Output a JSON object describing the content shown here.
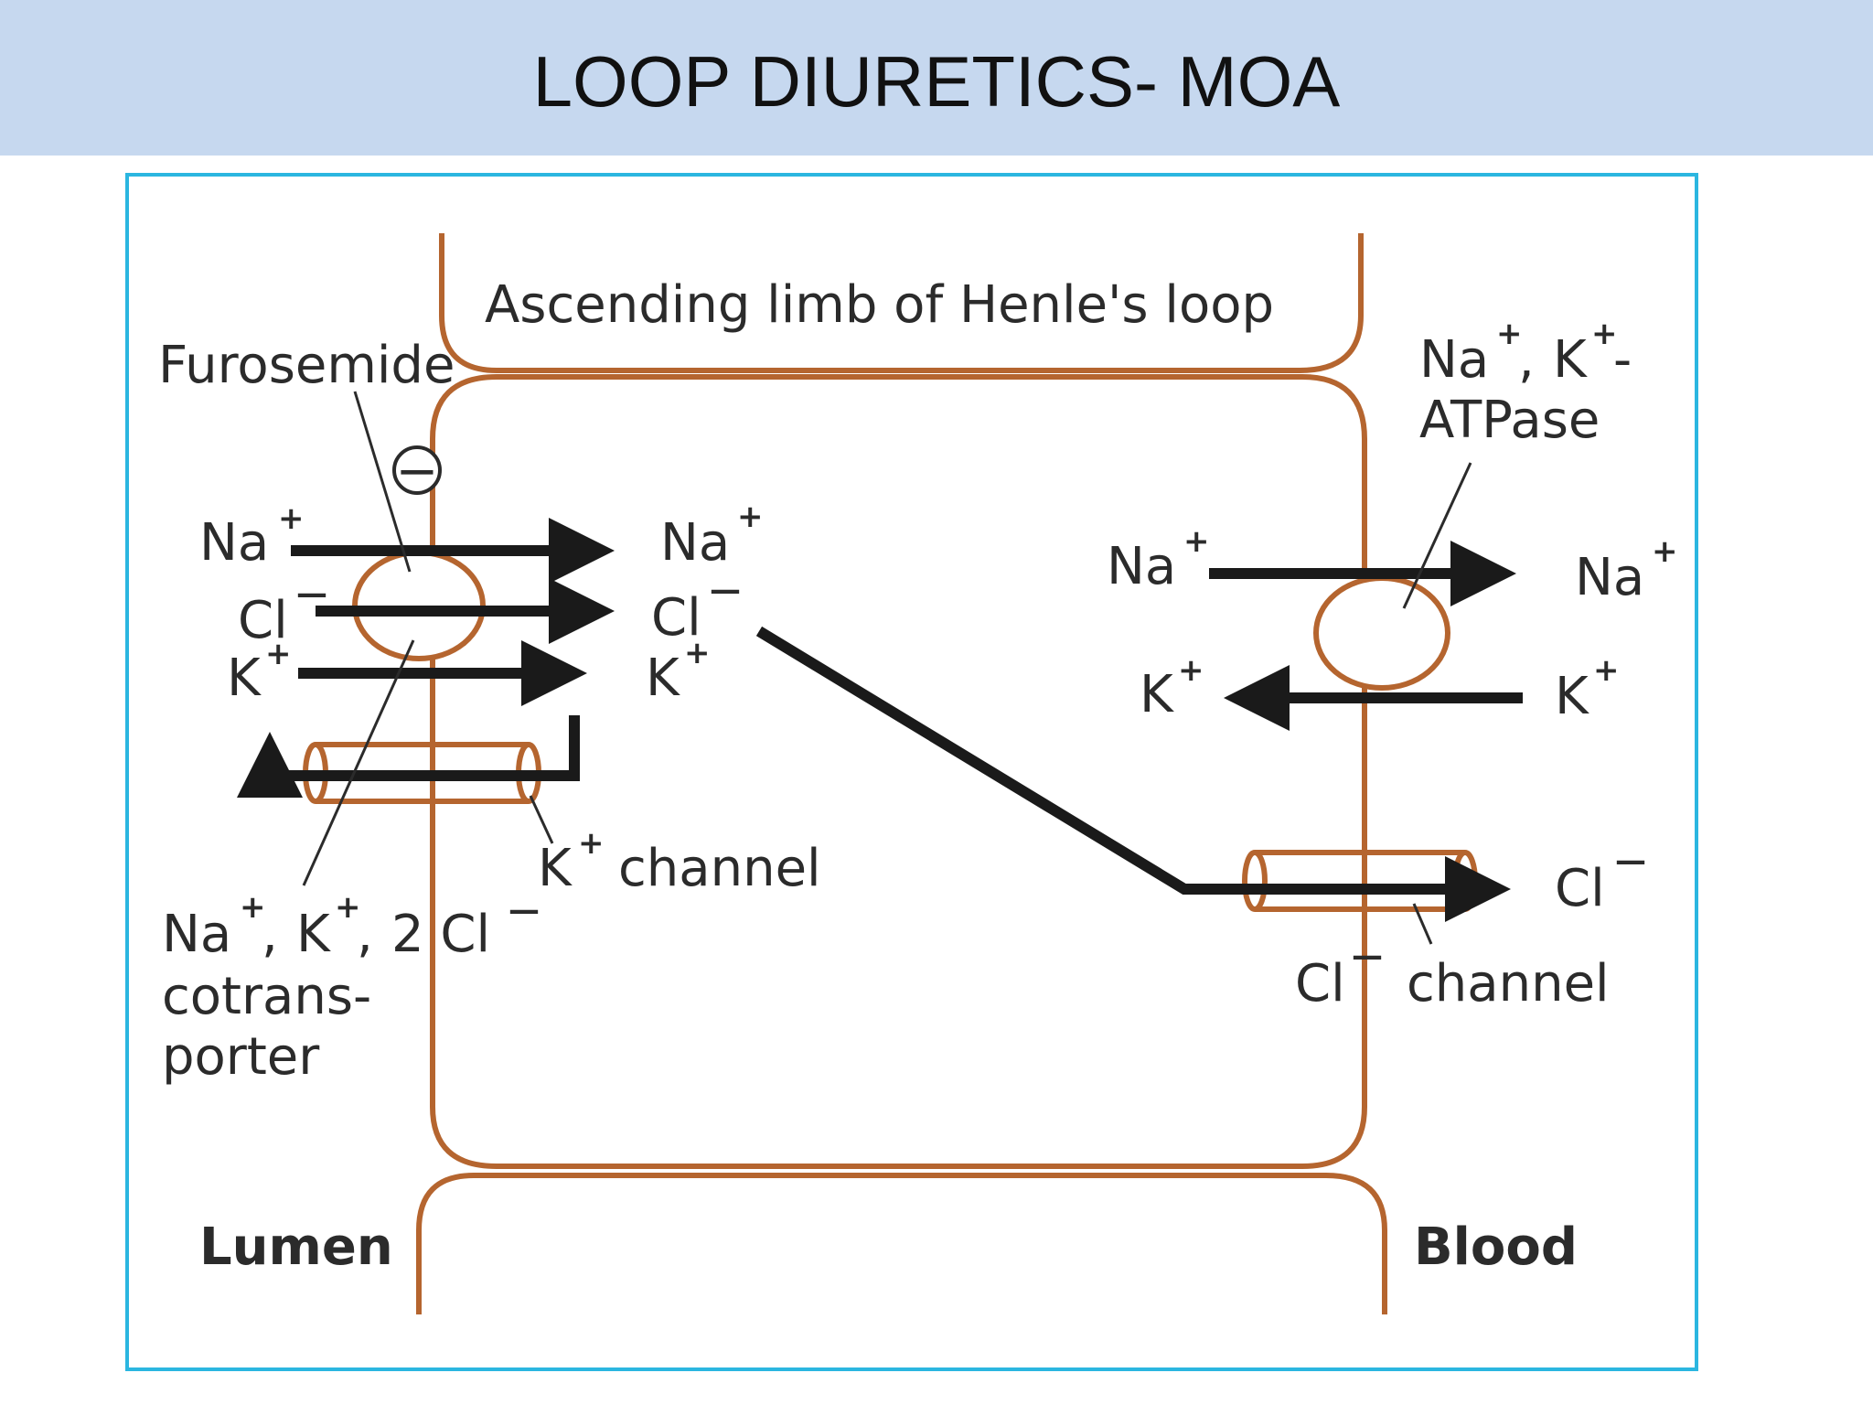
{
  "slide": {
    "title": "LOOP DIURETICS- MOA"
  },
  "diagram": {
    "limb_label": "Ascending limb of Henle's loop",
    "drug": "Furosemide",
    "inhibition_symbol": "−",
    "lumen": "Lumen",
    "blood": "Blood",
    "na": "Na",
    "cl": "Cl",
    "k": "K",
    "plus": "+",
    "minus": "—",
    "k_channel": {
      "ion": "K",
      "label": "channel"
    },
    "cl_channel": {
      "ion": "Cl",
      "label": "channel"
    },
    "atpase": {
      "line1_na": "Na",
      "line1_sep": ",",
      "line1_k": "K",
      "line1_dash": "-",
      "line2": "ATPase"
    },
    "cotransporter": {
      "na": "Na",
      "k": "K",
      "cl": "2 Cl",
      "sep": ",",
      "line2": "cotrans-",
      "line3": "porter"
    },
    "colors": {
      "membrane": "#b5652f",
      "arrow": "#1a1a1a",
      "header_bg": "#c6d8ef",
      "frame": "#2bb6e0"
    }
  }
}
